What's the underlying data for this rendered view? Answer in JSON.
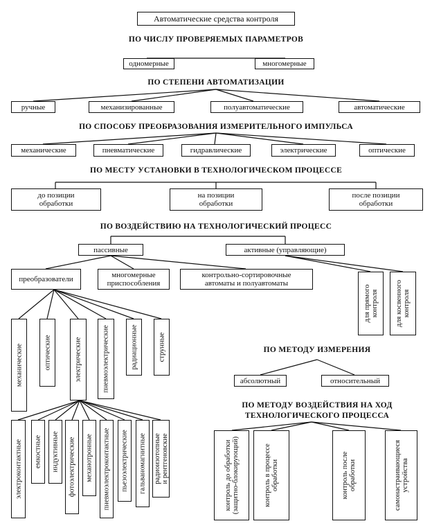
{
  "title": "Автоматические средства контроля",
  "headings": {
    "params": "ПО ЧИСЛУ ПРОВЕРЯЕМЫХ ПАРАМЕТРОВ",
    "automation": "ПО СТЕПЕНИ АВТОМАТИЗАЦИИ",
    "conversion": "ПО СПОСОБУ ПРЕОБРАЗОВАНИЯ ИЗМЕРИТЕЛЬНОГО ИМПУЛЬСА",
    "placement": "ПО МЕСТУ УСТАНОВКИ В ТЕХНОЛОГИЧЕСКОМ ПРОЦЕССЕ",
    "influence": "ПО ВОЗДЕЙСТВИЮ НА ТЕХНОЛОГИЧЕСКИЙ ПРОЦЕСС",
    "measure": "ПО МЕТОДУ ИЗМЕРЕНИЯ",
    "method_line1": "ПО МЕТОДУ ВОЗДЕЙСТВИЯ НА ХОД",
    "method_line2": "ТЕХНОЛОГИЧЕСКОГО ПРОЦЕССА"
  },
  "params": [
    "одномерные",
    "многомерные"
  ],
  "automation": [
    "ручные",
    "механизированные",
    "полуавтоматические",
    "автоматические"
  ],
  "conversion": [
    "механические",
    "пневматические",
    "гидравлические",
    "электрические",
    "оптические"
  ],
  "placement": [
    {
      "line1": "до позиции",
      "line2": "обработки"
    },
    {
      "line1": "на позиции",
      "line2": "обработки"
    },
    {
      "line1": "после позиции",
      "line2": "обработки"
    }
  ],
  "influence": [
    "пассивные",
    "активные (управляющие)"
  ],
  "passive": [
    {
      "line1": "преобразователи",
      "line2": ""
    },
    {
      "line1": "многомерные",
      "line2": "приспособления"
    },
    {
      "line1": "контрольно-сортировочные",
      "line2": "автоматы и полуавтоматы"
    }
  ],
  "active": [
    {
      "line1": "для прямого",
      "line2": "контроля"
    },
    {
      "line1": "для косвенного",
      "line2": "контроля"
    }
  ],
  "transducers": [
    "механические",
    "оптические",
    "электрические",
    "пневмоэлектрические",
    "радиационные",
    "струнные"
  ],
  "electric": [
    {
      "line1": "электроконтактные",
      "line2": ""
    },
    {
      "line1": "емкостные",
      "line2": ""
    },
    {
      "line1": "индуктивные",
      "line2": ""
    },
    {
      "line1": "фотоэлектрические",
      "line2": ""
    },
    {
      "line1": "механотронные",
      "line2": ""
    },
    {
      "line1": "пневмоэлектроконтактные",
      "line2": ""
    },
    {
      "line1": "пьезоэлектрические",
      "line2": ""
    },
    {
      "line1": "гальваномагнитные",
      "line2": ""
    },
    {
      "line1": "радиоизотопные",
      "line2": "и рентгеновские"
    }
  ],
  "measure": [
    "абсолютный",
    "относительный"
  ],
  "method": [
    {
      "line1": "контроль до обработки",
      "line2": "(защитно-блокирующий)"
    },
    {
      "line1": "контроль в процессе",
      "line2": "обработки"
    },
    {
      "line1": "контроль после",
      "line2": "обработки"
    },
    {
      "line1": "самонастраивающиеся",
      "line2": "устройства"
    }
  ]
}
